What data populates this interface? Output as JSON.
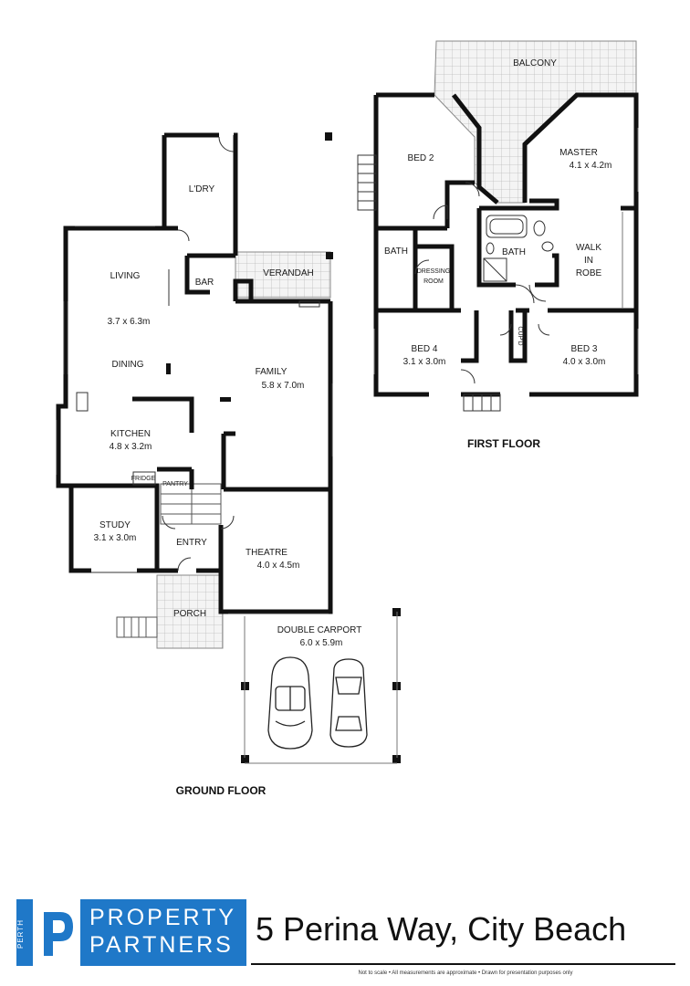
{
  "ground_floor": {
    "title": "GROUND FLOOR",
    "rooms": [
      {
        "name": "L'DRY"
      },
      {
        "name": "BAR"
      },
      {
        "name": "VERANDAH"
      },
      {
        "name": "LIVING",
        "size": "3.7 x 6.3m"
      },
      {
        "name": "DINING"
      },
      {
        "name": "FAMILY",
        "size": "5.8 x 7.0m"
      },
      {
        "name": "KITCHEN",
        "size": "4.8 x 3.2m"
      },
      {
        "name": "FRIDGE"
      },
      {
        "name": "PANTRY"
      },
      {
        "name": "STUDY",
        "size": "3.1 x 3.0m"
      },
      {
        "name": "ENTRY"
      },
      {
        "name": "THEATRE",
        "size": "4.0 x 4.5m"
      },
      {
        "name": "PORCH"
      },
      {
        "name": "DOUBLE CARPORT",
        "size": "6.0 x 5.9m"
      }
    ]
  },
  "first_floor": {
    "title": "FIRST FLOOR",
    "rooms": [
      {
        "name": "BALCONY"
      },
      {
        "name": "BED 2"
      },
      {
        "name": "MASTER",
        "size": "4.1 x 4.2m"
      },
      {
        "name": "BATH"
      },
      {
        "name": "DRESSING"
      },
      {
        "name": "ROOM"
      },
      {
        "name": "BATH"
      },
      {
        "name": "WALK"
      },
      {
        "name": "IN"
      },
      {
        "name": "ROBE"
      },
      {
        "name": "BED 4",
        "size": "3.1 x 3.0m"
      },
      {
        "name": "CUP'D"
      },
      {
        "name": "BED 3",
        "size": "4.0 x 3.0m"
      }
    ]
  },
  "brand": {
    "city": "PERTH",
    "line1": "PROPERTY",
    "line2": "PARTNERS",
    "color": "#1f78c8"
  },
  "address": "5 Perina Way, City Beach",
  "disclaimer": "Not to scale  •  All measurements are approximate  •  Drawn for presentation purposes only"
}
